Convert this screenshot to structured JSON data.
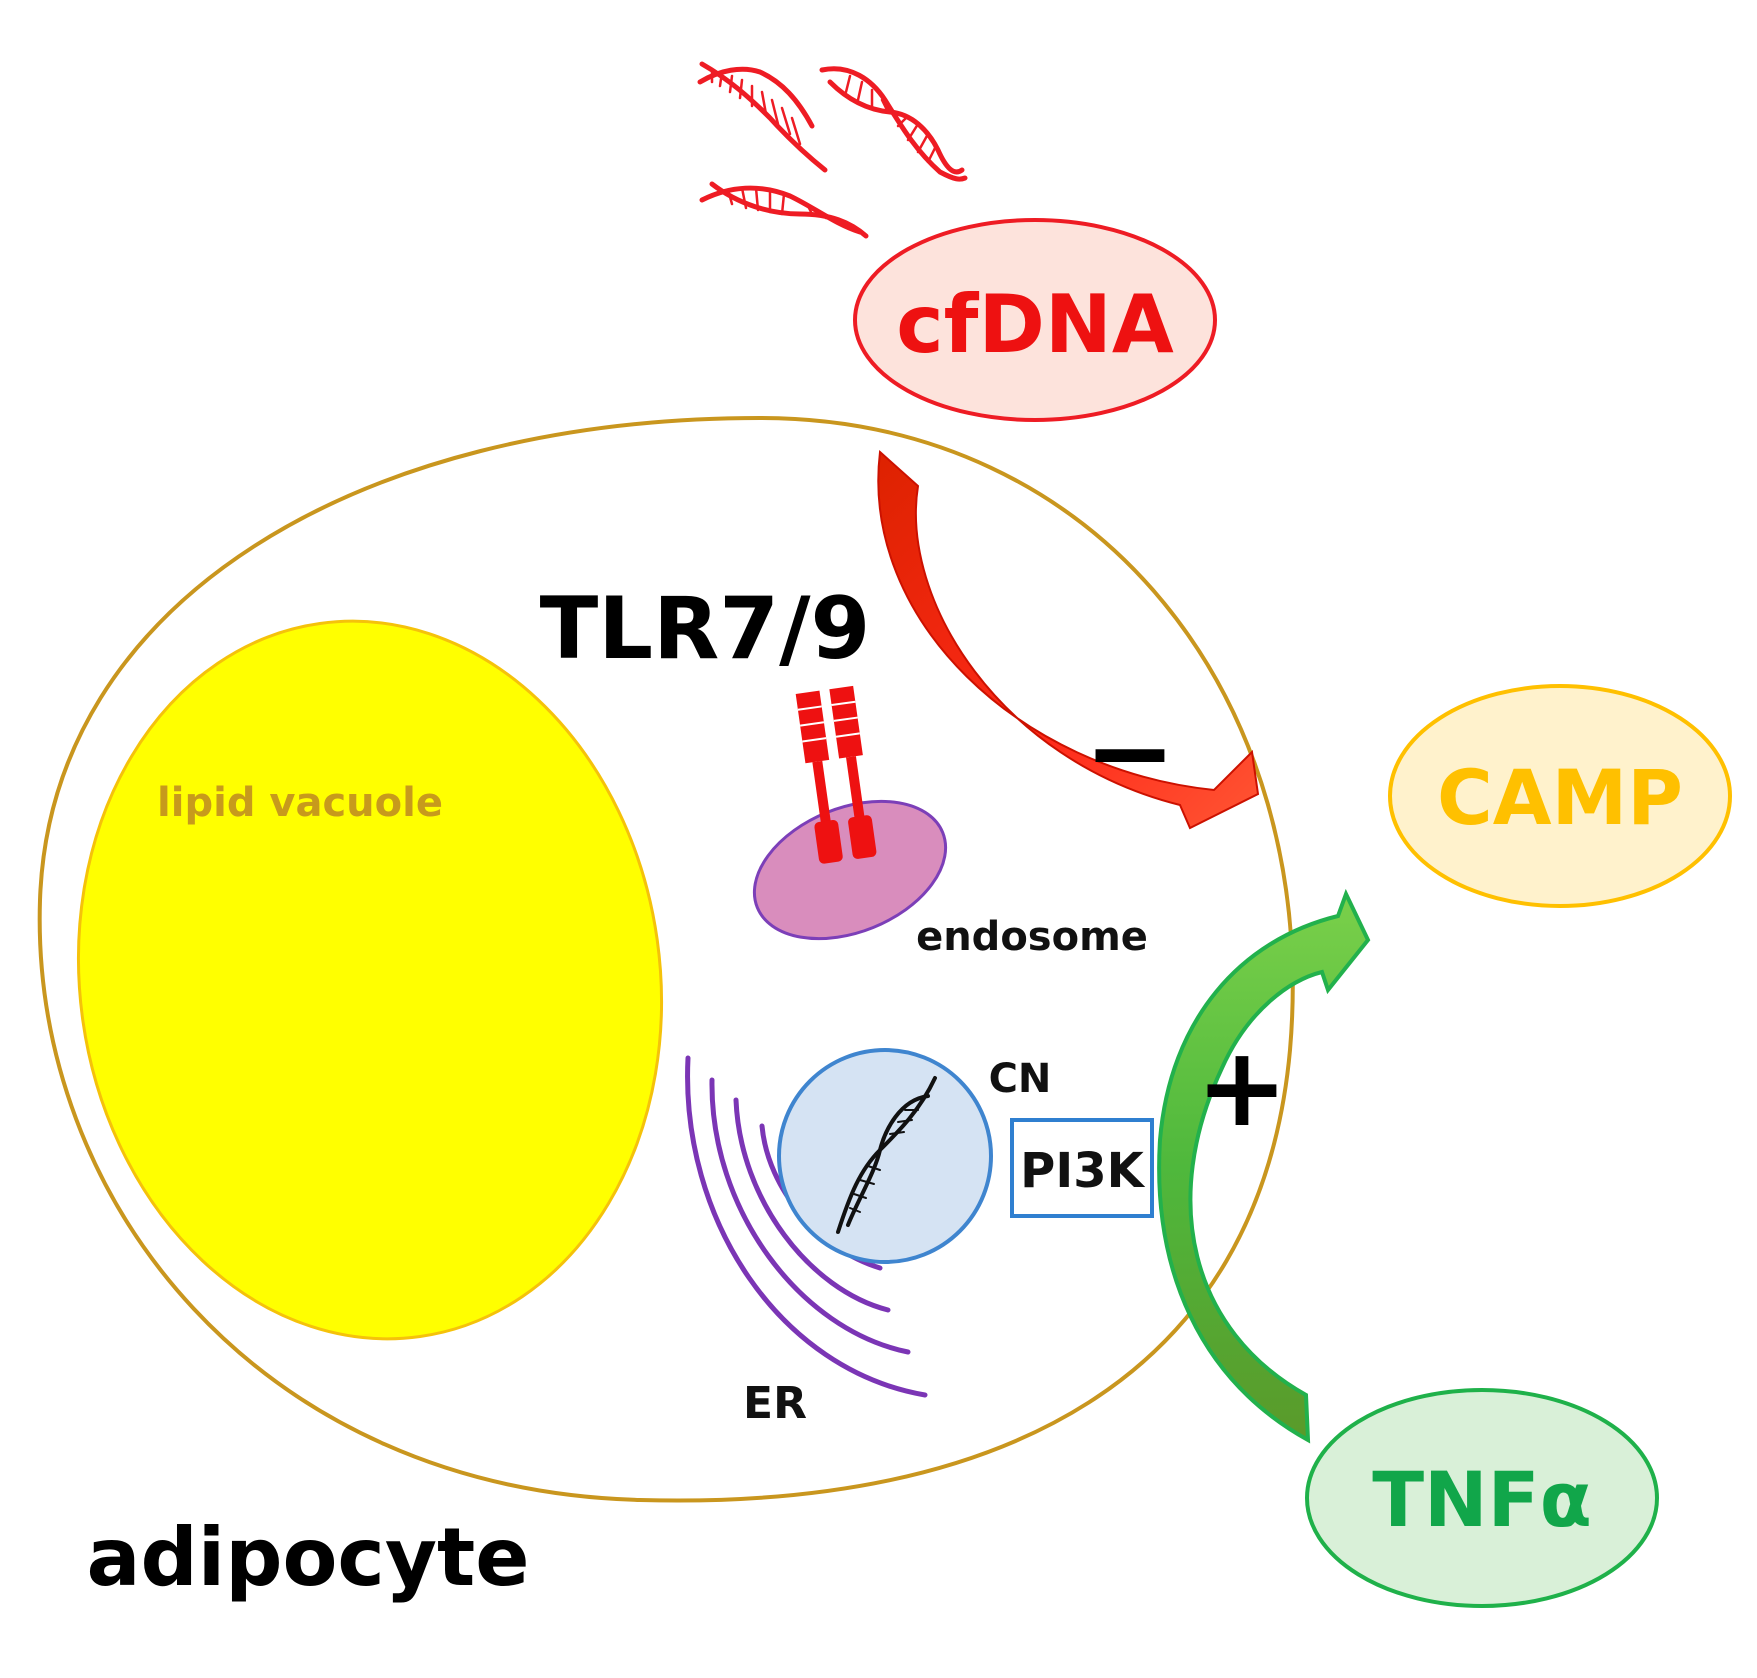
{
  "labels": {
    "cfdna": "cfDNA",
    "tlr": "TLR7/9",
    "lipid_vacuole": "lipid vacuole",
    "endosome": "endosome",
    "camp": "CAMP",
    "cn": "CN",
    "pi3k": "PI3K",
    "er": "ER",
    "tnfa": "TNFα",
    "adipocyte": "adipocyte",
    "minus": "−",
    "plus": "+"
  },
  "colors": {
    "cfdna_fill": "#fde3dc",
    "cfdna_stroke": "#ee1c24",
    "cell_membrane": "#c9961e",
    "lipid_fill": "#ffff00",
    "lipid_stroke": "#f5c20a",
    "lipid_text": "#c79a1c",
    "endosome_fill": "#d98dbd",
    "endosome_stroke": "#7c3fb8",
    "receptor": "#ee1111",
    "camp_fill": "#fff2cc",
    "camp_stroke": "#ffc000",
    "camp_text": "#ffc000",
    "nucleus_fill": "#d5e3f3",
    "nucleus_stroke": "#3f85cf",
    "pi3k_stroke": "#2f7fd0",
    "er_stroke": "#7b35b5",
    "tnf_fill": "#d9f0d8",
    "tnf_stroke": "#1fb14a",
    "tnf_text": "#11a64a",
    "red_arrow": "#ee2211",
    "green_arrow": "#22b14c"
  }
}
